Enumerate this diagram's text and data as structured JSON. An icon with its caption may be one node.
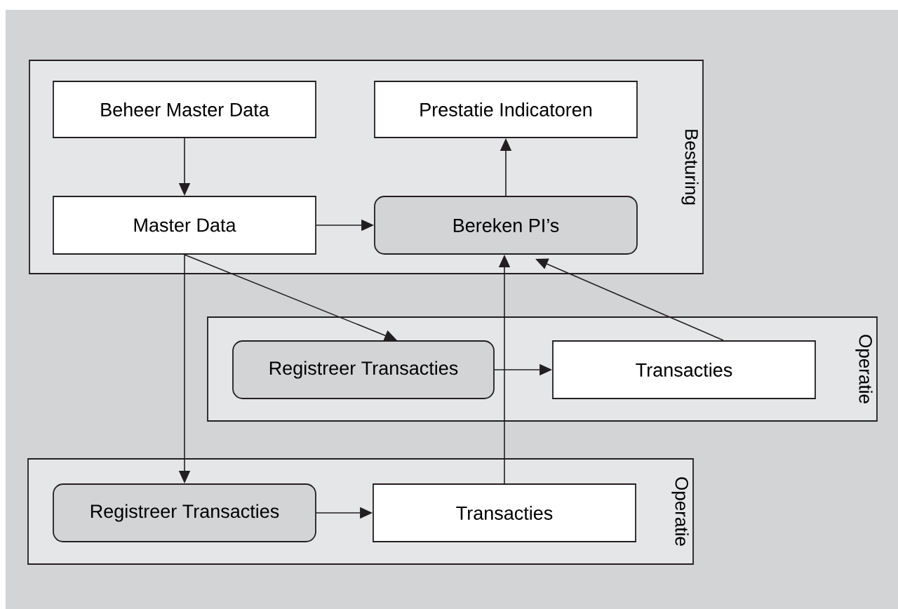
{
  "diagram": {
    "nodes": [
      {
        "text": [
          "Besturing"
        ]
      },
      {
        "text": [
          "Beheer Master Data"
        ],
        "in": 0
      },
      {
        "text": [
          "Prestatie Indicatoren"
        ],
        "in": 0
      },
      {
        "text": [
          "Master Data"
        ],
        "in": 0
      },
      {
        "text": [
          "Bereken PI’s"
        ],
        "in": 0
      },
      {
        "text": [
          "Operatie"
        ]
      },
      {
        "text": [
          "Registreer Transacties"
        ],
        "in": 5
      },
      {
        "text": [
          "Transacties"
        ],
        "in": 5
      },
      {
        "text": [
          "Operatie"
        ]
      },
      {
        "text": [
          "Registreer Transacties"
        ],
        "in": 8
      },
      {
        "text": [
          "Transacties"
        ],
        "in": 8
      }
    ],
    "edges": [
      {
        "from": 1,
        "to": 3,
        "arrow": "to"
      },
      {
        "from": 4,
        "to": 2,
        "arrow": "to"
      },
      {
        "from": 3,
        "to": 4,
        "arrow": "to"
      },
      {
        "from": 3,
        "to": 6,
        "arrow": "to"
      },
      {
        "from": 3,
        "to": 9,
        "arrow": "to"
      },
      {
        "from": 6,
        "to": 7,
        "arrow": "to"
      },
      {
        "from": 9,
        "to": 10,
        "arrow": "to"
      },
      {
        "from": 10,
        "to": 4,
        "arrow": "to"
      },
      {
        "from": 7,
        "to": 4,
        "arrow": "to"
      }
    ]
  }
}
